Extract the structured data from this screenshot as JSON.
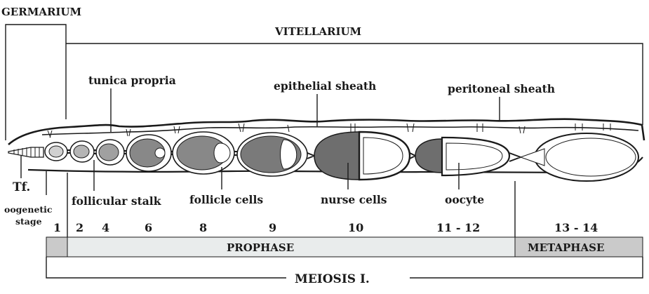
{
  "titles": {
    "germarium": "GERMARIUM",
    "vitellarium": "VITELLARIUM"
  },
  "labels": {
    "tunica_propria": "tunica propria",
    "epithelial_sheath": "epithelial sheath",
    "peritoneal_sheath": "peritoneal sheath",
    "terminal_filament": "Tf.",
    "follicular_stalk": "follicular stalk",
    "follicle_cells": "follicle cells",
    "nurse_cells": "nurse cells",
    "oocyte": "oocyte",
    "oogenetic": "oogenetic",
    "stage": "stage"
  },
  "stages": [
    "1",
    "2",
    "4",
    "6",
    "8",
    "9",
    "10",
    "11 - 12",
    "13 - 14"
  ],
  "phases": {
    "prophase": "PROPHASE",
    "metaphase": "METAPHASE"
  },
  "meiosis": "MEIOSIS  I.",
  "colors": {
    "ink": "#1a1a1a",
    "nurse_fill": "#6e6e6e",
    "oocyte_fill": "#ffffff",
    "cyst_fill": "#d0d0d0",
    "prophase_fill": "#e9ecec",
    "phase_dark": "#cacaca"
  }
}
